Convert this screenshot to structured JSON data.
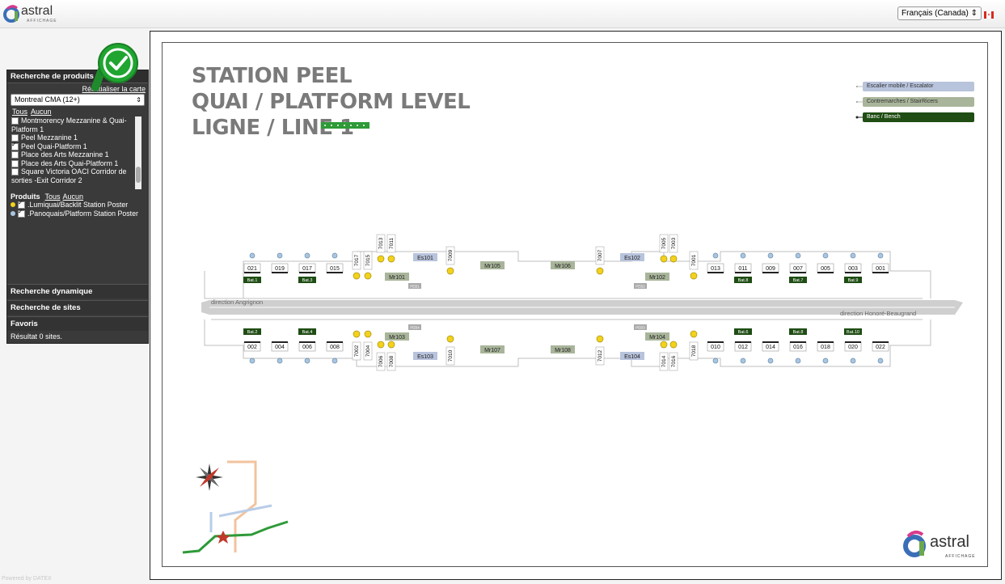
{
  "header": {
    "brand": "astral",
    "brand_sub": "AFFICHAGE",
    "language": "Français (Canada)"
  },
  "sidebar": {
    "product_search_title": "Recherche de produits",
    "reset_map": "Réinitialiser la carte",
    "market": "Montreal CMA (12+)",
    "all": "Tous",
    "none": "Aucun",
    "sites": [
      {
        "label": "Montmorency Mezzanine & Quai-Platform 1",
        "checked": false
      },
      {
        "label": "Peel Mezzanine 1",
        "checked": false
      },
      {
        "label": "Peel Quai-Platform 1",
        "checked": true
      },
      {
        "label": "Place des Arts Mezzanine 1",
        "checked": false
      },
      {
        "label": "Place des Arts Quai-Platform 1",
        "checked": false
      },
      {
        "label": "Square Victoria OACI Corridor de sorties -Exit Corridor 2",
        "checked": false
      }
    ],
    "products_label": "Produits",
    "products": [
      {
        "label": ".Lumiquai/Backlit Station Poster",
        "dot": "#f2d21b",
        "checked": true
      },
      {
        "label": ".Panoquais/Platform Station Poster",
        "dot": "#a9c6e0",
        "checked": true
      }
    ],
    "dynamic_search": "Recherche dynamique",
    "site_search": "Recherche de sites",
    "favorites": "Favoris",
    "result": "Résultat 0 sites."
  },
  "map": {
    "title_lines": [
      "STATION PEEL",
      "QUAI / PLATFORM LEVEL",
      "LIGNE / LINE 1"
    ],
    "legend": [
      {
        "label": "Escalier mobile / Escalator",
        "color": "#b8c3dc",
        "text": "#333"
      },
      {
        "label": "Contremarches / StairRicers",
        "color": "#a9b59a",
        "text": "#333"
      },
      {
        "label": "Banc / Bench",
        "color": "#1f4d14",
        "text": "#ffffff"
      }
    ],
    "direction_west": "direction Angrignon",
    "direction_east": "direction Honoré-Beaugrand",
    "brand": "astral",
    "brand_sub": "AFFICHAGE",
    "top_panels": [
      "021",
      "019",
      "017",
      "015",
      "013",
      "011",
      "009",
      "007",
      "005",
      "003",
      "001"
    ],
    "bottom_panels": [
      "002",
      "004",
      "006",
      "008",
      "010",
      "012",
      "014",
      "016",
      "018",
      "020",
      "022"
    ],
    "top_benches": [
      "Bat.1",
      "Bat.3",
      "Bat.8",
      "Bat.7",
      "Bat.9"
    ],
    "bottom_benches": [
      "Bat.2",
      "Bat.4",
      "Bat.6",
      "Bat.8",
      "Bat.10"
    ],
    "top_vertical": [
      "7013",
      "7011",
      "7017",
      "7015",
      "7009",
      "7007",
      "7005",
      "7003",
      "7001"
    ],
    "bottom_vertical": [
      "7002",
      "7004",
      "7006",
      "7008",
      "7010",
      "7012",
      "7014",
      "7016",
      "7018"
    ],
    "escalators": [
      "Es101",
      "Es102",
      "Es103",
      "Es104"
    ],
    "stairs": [
      "Mr101",
      "Mr105",
      "Mr106",
      "Mr102",
      "Mr103",
      "Mr107",
      "Mr108",
      "Mr104"
    ],
    "pebs": [
      "PEB1",
      "PEB2",
      "PEB4",
      "PEB3"
    ]
  },
  "footer": {
    "powered": "Powered by DATEX"
  }
}
